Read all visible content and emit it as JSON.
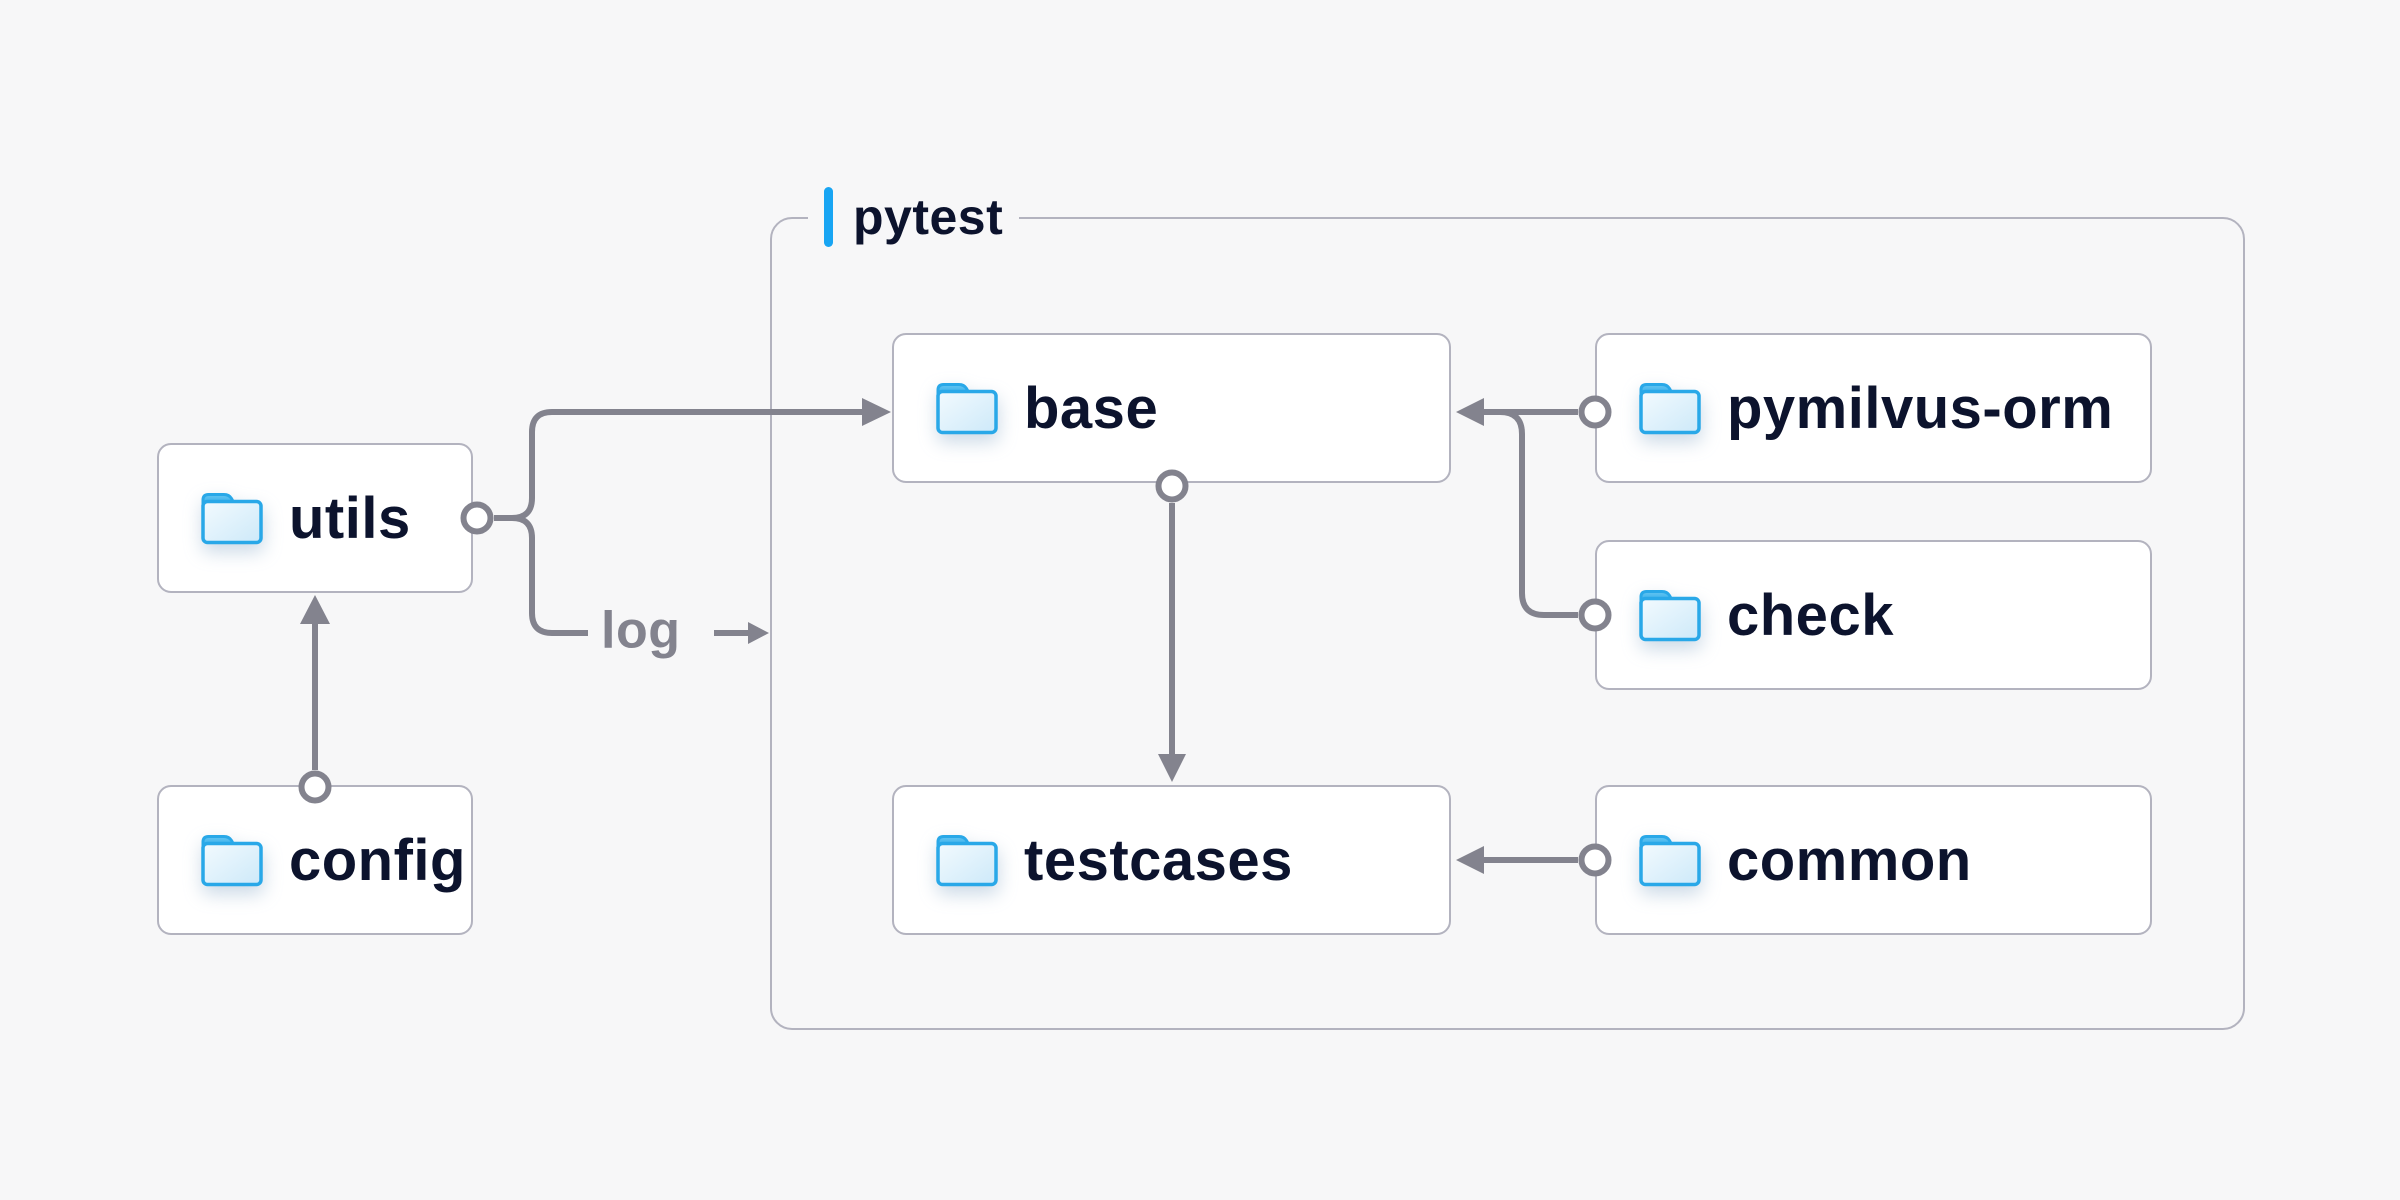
{
  "diagram": {
    "background_color": "#f7f7f8",
    "group": {
      "label": "pytest",
      "accent_color": "#18a5f3"
    },
    "nodes": {
      "utils": {
        "label": "utils"
      },
      "config": {
        "label": "config"
      },
      "base": {
        "label": "base"
      },
      "pymilvus_orm": {
        "label": "pymilvus-orm"
      },
      "check": {
        "label": "check"
      },
      "testcases": {
        "label": "testcases"
      },
      "common": {
        "label": "common"
      }
    },
    "edge_label": {
      "text": "log"
    },
    "edges": [
      {
        "from": "config",
        "to": "utils"
      },
      {
        "from": "utils",
        "to": "base"
      },
      {
        "from": "utils",
        "to": "log",
        "label": "log"
      },
      {
        "from": "pymilvus-orm",
        "to": "base"
      },
      {
        "from": "check",
        "to": "base"
      },
      {
        "from": "base",
        "to": "testcases"
      },
      {
        "from": "common",
        "to": "testcases"
      }
    ],
    "colors": {
      "node_text": "#0c132d",
      "node_border": "#b3b3bf",
      "node_background": "#ffffff",
      "connector": "#83838e",
      "folder_blue": "#29a8e8"
    }
  }
}
